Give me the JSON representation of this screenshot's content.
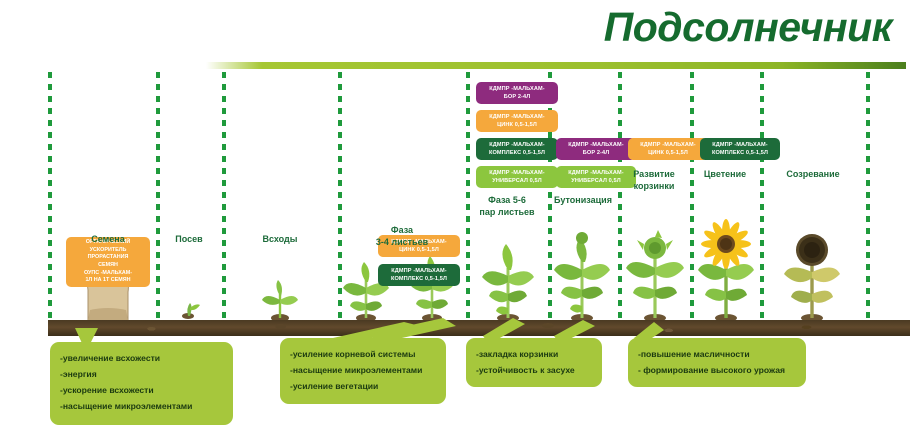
{
  "header": {
    "title": "Подсолнечник"
  },
  "stages": [
    {
      "id": "semena",
      "label": "Семена"
    },
    {
      "id": "posev",
      "label": "Посев"
    },
    {
      "id": "vshody",
      "label": "Всходы"
    },
    {
      "id": "faza34",
      "label": "Фаза\n3-4 листьев",
      "line1": "Фаза",
      "line2": "3-4 листьев"
    },
    {
      "id": "faza56",
      "label": "Фаза 5-6\nпар листьев",
      "line1": "Фаза 5-6",
      "line2": "пар листьев"
    },
    {
      "id": "butoniz",
      "label": "Бутонизация",
      "line1": "Бутонизация",
      "line2": ""
    },
    {
      "id": "razvitie",
      "label": "Развитие\nкорзинки",
      "line1": "Развитие",
      "line2": "корзинки"
    },
    {
      "id": "cvetenie",
      "label": "Цветение",
      "line1": "Цветение",
      "line2": ""
    },
    {
      "id": "sozrevanie",
      "label": "Созревание",
      "line1": "Созревание",
      "line2": ""
    }
  ],
  "seed_product": {
    "lines": [
      "ОРГАНИЧЕСКИЙ",
      "УСКОРИТЕЛЬ",
      "ПРОРАСТАНИЯ",
      "СЕМЯН",
      "ОУПС -МАЛЬХАМ-",
      "1Л НА 1Т СЕМЯН"
    ],
    "color": "#f5a83c"
  },
  "products": {
    "faza34": [
      {
        "l1": "КДМПР -МАЛЬХАМ-",
        "l2": "ЦИНК 0,5-1,5Л",
        "color": "orange"
      },
      {
        "l1": "КДМПР -МАЛЬХАМ-",
        "l2": "КОМПЛЕКС 0,5-1,5Л",
        "color": "dgreen"
      }
    ],
    "faza56": [
      {
        "l1": "КДМПР -МАЛЬХАМ-",
        "l2": "БОР 2-4Л",
        "color": "purple"
      },
      {
        "l1": "КДМПР -МАЛЬХАМ-",
        "l2": "ЦИНК 0,5-1,5Л",
        "color": "orange"
      },
      {
        "l1": "КДМПР -МАЛЬХАМ-",
        "l2": "КОМПЛЕКС 0,5-1,5Л",
        "color": "dgreen"
      },
      {
        "l1": "КДМПР -МАЛЬХАМ-",
        "l2": "УНИВЕРСАЛ 0,5Л",
        "color": "lgreen"
      }
    ],
    "butonizacia": [
      {
        "l1": "КДМПР -МАЛЬХАМ-",
        "l2": "БОР 2-4Л",
        "color": "purple"
      },
      {
        "l1": "КДМПР -МАЛЬХАМ-",
        "l2": "УНИВЕРСАЛ 0,5Л",
        "color": "lgreen"
      }
    ],
    "razvitie": [
      {
        "l1": "КДМПР -МАЛЬХАМ-",
        "l2": "ЦИНК 0,5-1,5Л",
        "color": "orange"
      }
    ],
    "cvetenie": [
      {
        "l1": "КДМПР -МАЛЬХАМ-",
        "l2": "КОМПЛЕКС 0,5-1,5Л",
        "color": "dgreen"
      }
    ]
  },
  "callouts": [
    {
      "id": "callout-1",
      "items": [
        "-увеличение всхожести",
        "-энергия",
        "-ускорение всхожести",
        "-насыщение микроэлементами"
      ]
    },
    {
      "id": "callout-2",
      "items": [
        "-усиление корневой системы",
        "-насыщение микроэлементами",
        "-усиление вегетации"
      ]
    },
    {
      "id": "callout-3",
      "items": [
        "-закладка корзинки",
        "-устойчивость к засухе"
      ]
    },
    {
      "id": "callout-4",
      "items": [
        "-повышение масличности",
        "- формирование высокого урожая"
      ]
    }
  ],
  "colors": {
    "title_green": "#156b2e",
    "rule_green": "#9cc02e",
    "callout_green": "#a6c73c",
    "chip_orange": "#f5a83c",
    "chip_dark_green": "#1d6b3a",
    "chip_light_green": "#8cc63e",
    "chip_purple": "#8e2b7e",
    "separator_green": "#1f9a3c",
    "soil_brown": "#4a3a22"
  }
}
